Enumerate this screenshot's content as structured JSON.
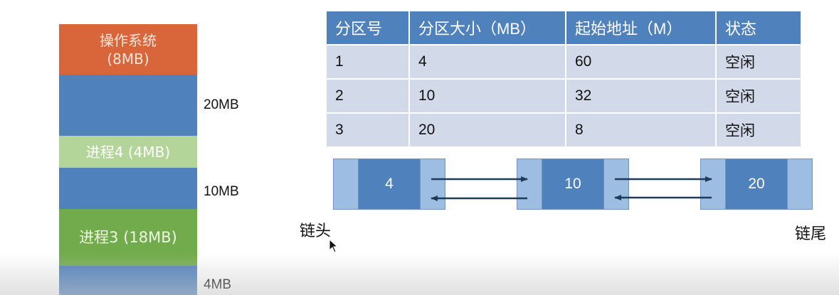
{
  "memory": {
    "os": {
      "line1": "操作系统",
      "line2": "(8MB)"
    },
    "process4": "进程4 (4MB)",
    "process3": "进程3 (18MB)",
    "labels": [
      "20MB",
      "10MB",
      "4MB"
    ]
  },
  "table": {
    "headers": [
      "分区号",
      "分区大小（MB）",
      "起始地址（M）",
      "状态"
    ],
    "rows": [
      [
        "1",
        "4",
        "60",
        "空闲"
      ],
      [
        "2",
        "10",
        "32",
        "空闲"
      ],
      [
        "3",
        "20",
        "8",
        "空闲"
      ]
    ]
  },
  "list": {
    "nodes": [
      "4",
      "10",
      "20"
    ],
    "head_label": "链头",
    "tail_label": "链尾"
  },
  "colors": {
    "os": "#d9663a",
    "free": "#4f81bd",
    "process4": "#b4d59a",
    "process3": "#72ab4b",
    "table_header": "#4f81bd",
    "table_cell": "#d2daea",
    "pointer": "#9dbde2",
    "arrow": "#1f3b5a"
  },
  "icons": [
    "mouse-cursor-icon"
  ]
}
